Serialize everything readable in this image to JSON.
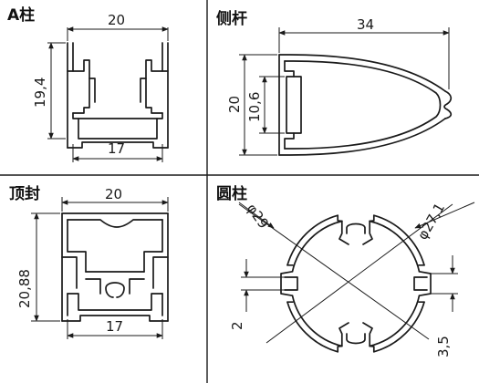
{
  "panels": {
    "a_column": {
      "title": "A柱",
      "dim_width": "20",
      "dim_height": "19,4",
      "dim_inner": "17"
    },
    "side_pole": {
      "title": "侧杆",
      "dim_width": "34",
      "dim_height": "20",
      "dim_inner": "10,6"
    },
    "top_seal": {
      "title": "顶封",
      "dim_width": "20",
      "dim_height": "20,88",
      "dim_inner": "17"
    },
    "round_column": {
      "title": "圆柱",
      "dim_outer_diameter": "φ27,1",
      "dim_inner_diameter": "φ29",
      "dim_gap": "2",
      "dim_depth": "3,5"
    }
  },
  "colors": {
    "line": "#1a1a1a",
    "background": "#ffffff"
  }
}
